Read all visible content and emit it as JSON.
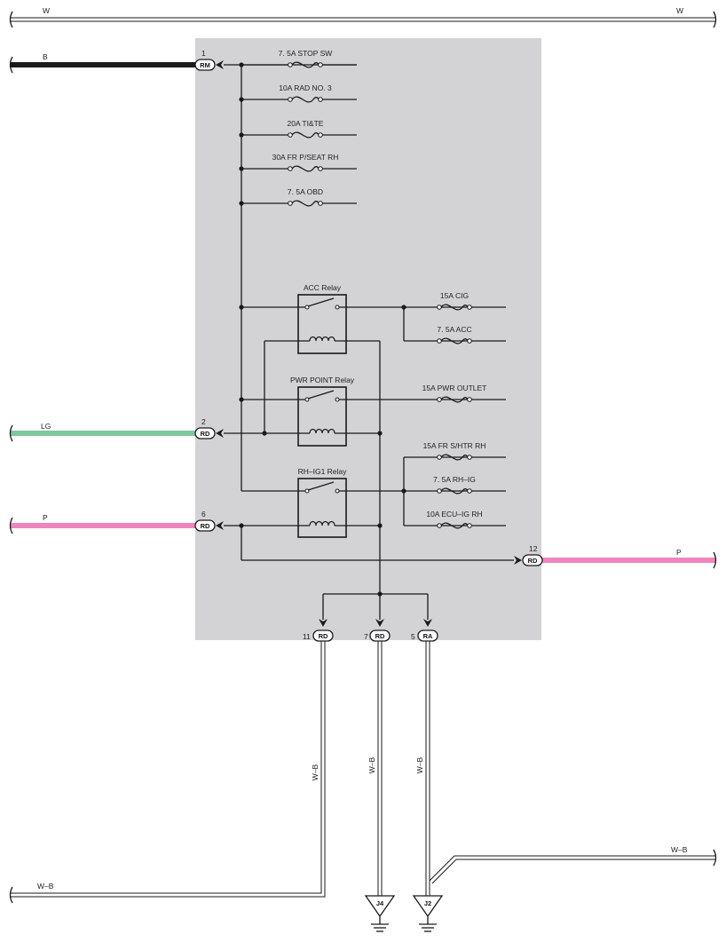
{
  "wires": {
    "top_left": "W",
    "top_right": "W",
    "b": "B",
    "lg": "LG",
    "p_left": "P",
    "p_right": "P",
    "wb_11": "W–B",
    "wb_7": "W–B",
    "wb_5": "W–B",
    "wb_bottom_left": "W–B",
    "wb_right": "W–B"
  },
  "fuses": [
    "7. 5A STOP SW",
    "10A RAD NO. 3",
    "20A TI&TE",
    "30A FR P/SEAT RH",
    "7. 5A OBD",
    "15A CIG",
    "7. 5A ACC",
    "15A PWR OUTLET",
    "15A FR S/HTR RH",
    "7. 5A RH–IG",
    "10A ECU–IG RH"
  ],
  "relays": {
    "acc": "ACC Relay",
    "pwr_point": "PWR POINT Relay",
    "rh_ig1": "RH–IG1 Relay"
  },
  "connectors": {
    "c1": {
      "pin": "1",
      "code": "RM"
    },
    "c2": {
      "pin": "2",
      "code": "RD"
    },
    "c6": {
      "pin": "6",
      "code": "RD"
    },
    "c12": {
      "pin": "12",
      "code": "RD"
    },
    "c11": {
      "pin": "11",
      "code": "RD"
    },
    "c7": {
      "pin": "7",
      "code": "RD"
    },
    "c5": {
      "pin": "5",
      "code": "RA"
    }
  },
  "grounds": {
    "j4": "J4",
    "j2": "J2"
  },
  "colors": {
    "box": "#d3d3d5",
    "wire_b": "#1a1a1a",
    "wire_lg": "#7fc79c",
    "wire_p": "#ee85bd",
    "line": "#1a1a1a"
  }
}
